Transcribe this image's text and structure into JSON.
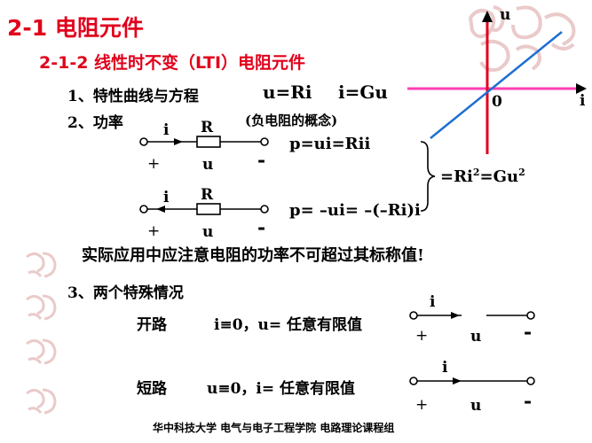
{
  "header": {
    "title": "2-1 电阻元件",
    "subtitle": "2-1-2 线性时不变（LTI）电阻元件"
  },
  "items": {
    "item1": {
      "label": "1、特性曲线与方程",
      "eq1": "u=Ri",
      "eq2": "i=Gu"
    },
    "item2": {
      "label": "2、功率",
      "note": "(负电阻的概念)"
    },
    "item3": {
      "label": "3、两个特殊情况"
    }
  },
  "graph": {
    "y_label": "u",
    "x_label": "i",
    "origin": "0"
  },
  "circuit1": {
    "current": "i",
    "resistor": "R",
    "plus": "+",
    "voltage": "u",
    "minus": "-",
    "power": "p=ui=Rii"
  },
  "circuit2": {
    "current": "i",
    "resistor": "R",
    "plus": "+",
    "voltage": "u",
    "minus": "-",
    "power": "p= –ui= –(–Ri)i"
  },
  "power_result": {
    "prefix": "=Ri",
    "sup1": "2",
    "mid": "=Gu",
    "sup2": "2"
  },
  "highlight": "实际应用中应注意电阻的功率不可超过其标称值!",
  "open_circuit": {
    "label": "开路",
    "condition": "i≡0，u= 任意有限值",
    "current": "i",
    "plus": "+",
    "voltage": "u",
    "minus": "-"
  },
  "short_circuit": {
    "label": "短路",
    "condition": "u≡0，i= 任意有限值",
    "current": "i",
    "plus": "+",
    "voltage": "u",
    "minus": "-"
  },
  "footer": "华中科技大学 电气与电子工程学院 电路理论课程组",
  "colors": {
    "title": "#e0001b",
    "axis_x": "#ff3fb0",
    "axis_y": "#e0001b",
    "line": "#1e6fd0"
  }
}
